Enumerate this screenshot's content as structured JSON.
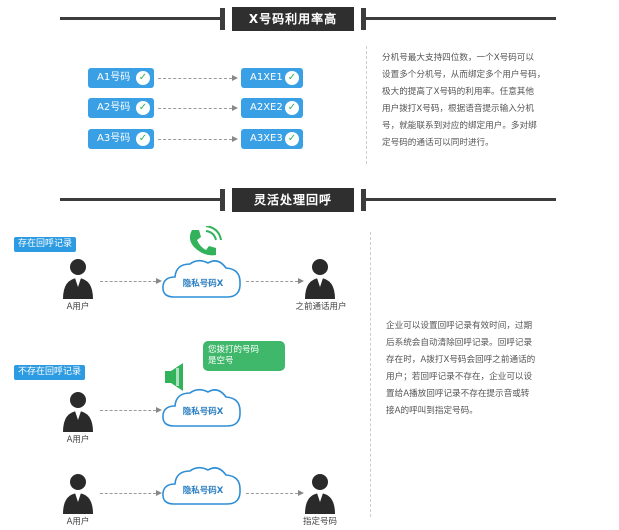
{
  "section1": {
    "title": "X号码利用率高",
    "left_pills": [
      "A1号码",
      "A2号码",
      "A3号码"
    ],
    "right_pills": [
      "A1XE1",
      "A2XE2",
      "A3XE3"
    ],
    "description_lines": [
      "分机号最大支持四位数，一个X号码可以",
      "设置多个分机号，从而绑定多个用户号码，",
      "极大的提高了X号码的利用率。任意其他",
      "用户拨打X号码，根据语音提示输入分机",
      "号，就能联系到对应的绑定用户。多对绑",
      "定号码的通话可以同时进行。"
    ]
  },
  "section2": {
    "title": "灵活处理回呼",
    "tag_exists": "存在回呼记录",
    "tag_not_exists": "不存在回呼记录",
    "cloud_label": "隐私号码X",
    "user_a": "A用户",
    "prev_user": "之前通话用户",
    "designated": "指定号码",
    "bubble_text": [
      "您拨打的号码",
      "是空号"
    ],
    "description_lines": [
      "企业可以设置回呼记录有效时间，过期",
      "后系统会自动清除回呼记录。回呼记录",
      "存在时，A拨打X号码会回呼之前通话的",
      "用户；若回呼记录不存在，企业可以设",
      "置给A播放回呼记录不存在提示音或转",
      "接A的呼叫到指定号码。"
    ]
  },
  "colors": {
    "pill_blue": "#3aa0e6",
    "check_green": "#32b35b",
    "header_dark": "#2f2f2f",
    "accent_green": "#3fb86b"
  },
  "icons": [
    "check-icon",
    "person-icon",
    "cloud-icon",
    "phone-icon",
    "speaker-icon"
  ]
}
